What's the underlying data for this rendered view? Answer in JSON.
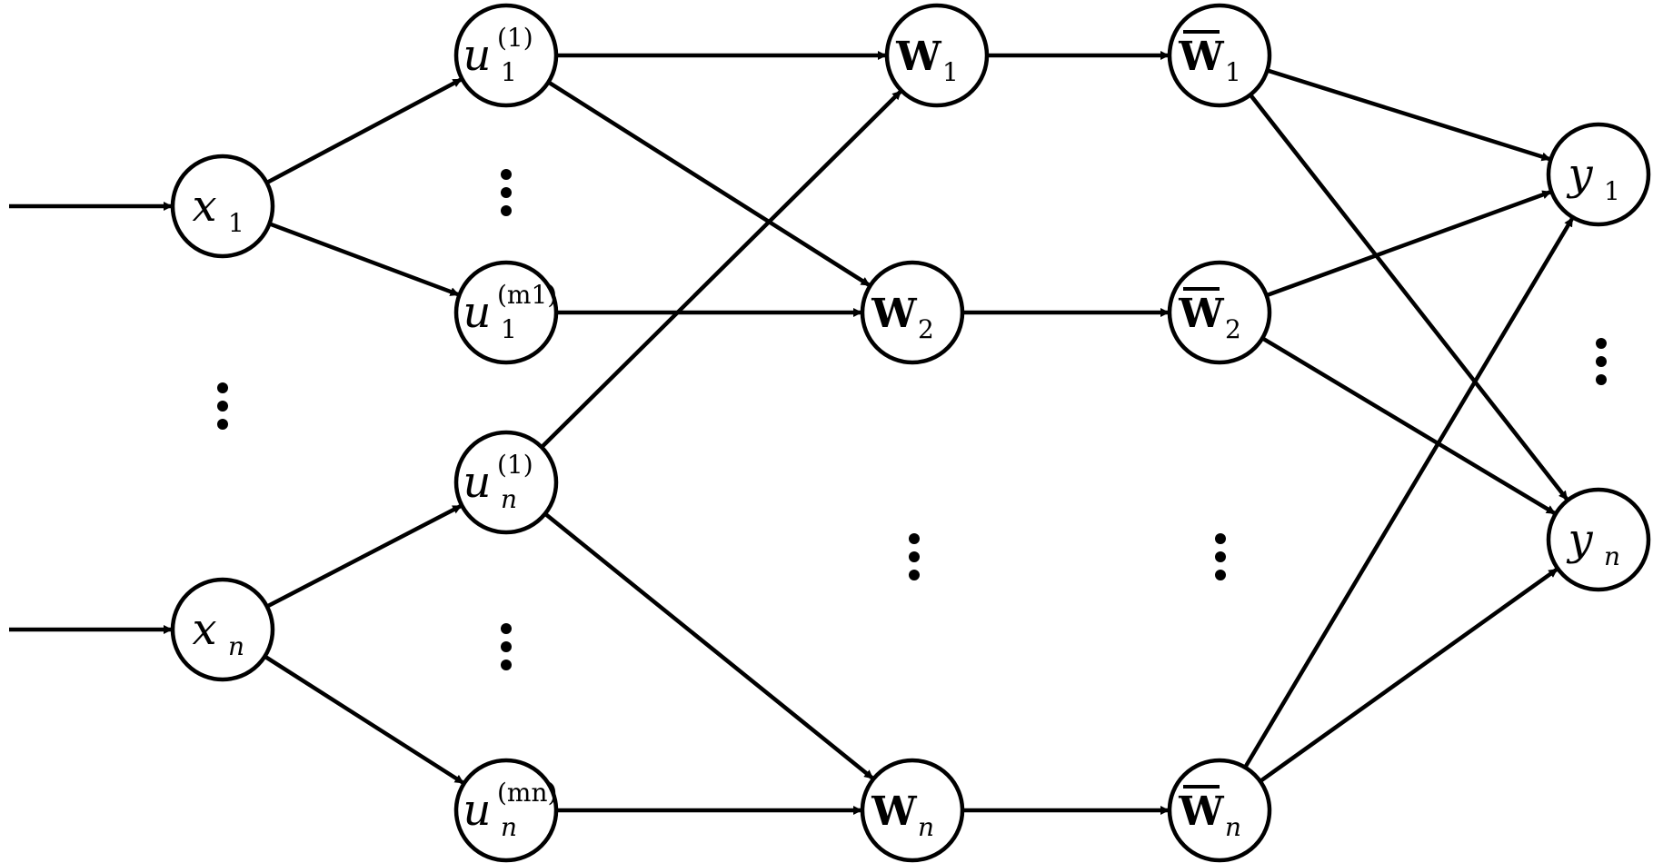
{
  "nodes": {
    "x1": {
      "base": "x",
      "sub": "1"
    },
    "xn": {
      "base": "x",
      "sub": "n"
    },
    "u11": {
      "base": "u",
      "sub": "1",
      "sup": "(1)"
    },
    "u1m": {
      "base": "u",
      "sub": "1",
      "sup": "(m1)"
    },
    "un1": {
      "base": "u",
      "sub": "n",
      "sup": "(1)"
    },
    "unm": {
      "base": "u",
      "sub": "n",
      "sup": "(mn)"
    },
    "W1": {
      "base": "W",
      "sub": "1"
    },
    "W2": {
      "base": "W",
      "sub": "2"
    },
    "Wn": {
      "base": "W",
      "sub": "n"
    },
    "Wb1": {
      "base": "W",
      "sub": "1",
      "bar": true
    },
    "Wb2": {
      "base": "W",
      "sub": "2",
      "bar": true
    },
    "Wbn": {
      "base": "W",
      "sub": "n",
      "bar": true
    },
    "y1": {
      "base": "y",
      "sub": "1"
    },
    "yn": {
      "base": "y",
      "sub": "n"
    }
  },
  "edges": [
    [
      "in1",
      "x1"
    ],
    [
      "inn",
      "xn"
    ],
    [
      "x1",
      "u11"
    ],
    [
      "x1",
      "u1m"
    ],
    [
      "xn",
      "un1"
    ],
    [
      "xn",
      "unm"
    ],
    [
      "u11",
      "W1"
    ],
    [
      "u11",
      "W2"
    ],
    [
      "u1m",
      "W2"
    ],
    [
      "un1",
      "W1"
    ],
    [
      "un1",
      "Wn"
    ],
    [
      "unm",
      "Wn"
    ],
    [
      "W1",
      "Wb1"
    ],
    [
      "W2",
      "Wb2"
    ],
    [
      "Wn",
      "Wbn"
    ],
    [
      "Wb1",
      "y1"
    ],
    [
      "Wb1",
      "yn"
    ],
    [
      "Wb2",
      "y1"
    ],
    [
      "Wb2",
      "yn"
    ],
    [
      "Wbn",
      "y1"
    ],
    [
      "Wbn",
      "yn"
    ]
  ],
  "ellipsis_marks": [
    "x-column",
    "u-column-top",
    "u-column-bottom",
    "w-column",
    "wbar-column",
    "y-column"
  ]
}
